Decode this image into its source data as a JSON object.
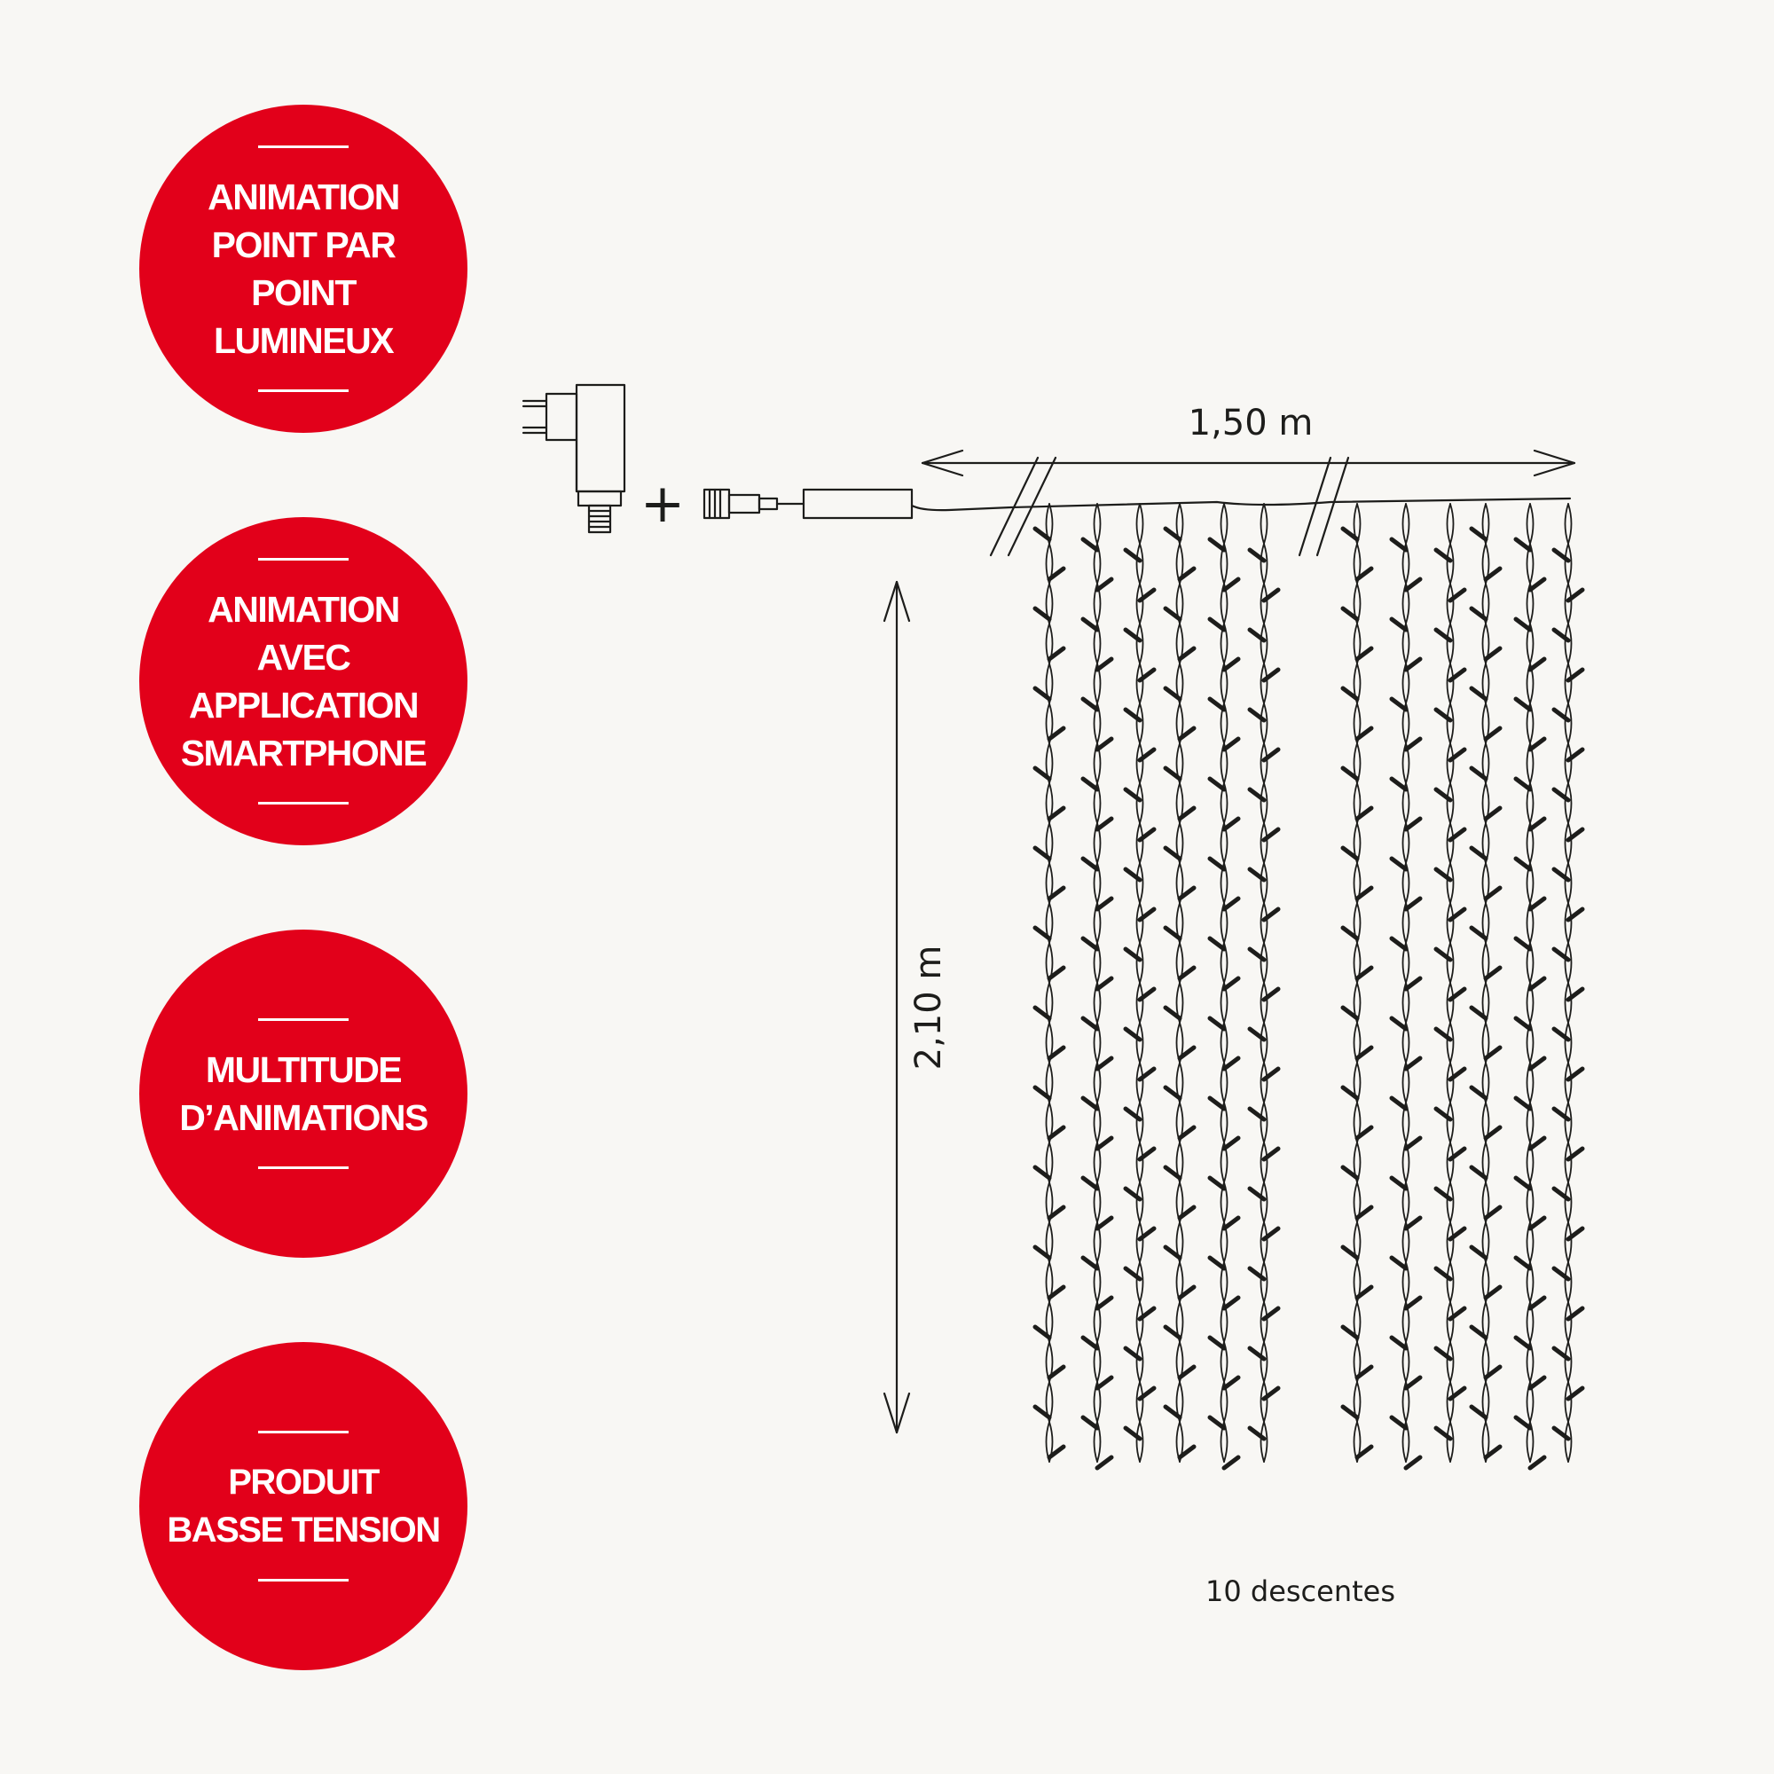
{
  "badges": [
    {
      "text": "ANIMATION\nPOINT PAR\nPOINT\nLUMINEUX"
    },
    {
      "text": "ANIMATION\nAVEC\nAPPLICATION\nSMARTPHONE"
    },
    {
      "text": "MULTITUDE\nD’ANIMATIONS"
    },
    {
      "text": "PRODUIT\nBASSE TENSION"
    }
  ],
  "diagram": {
    "width_label": "1,50 m",
    "height_label": "2,10 m",
    "drops_label": "10 descentes",
    "plus_sign": "+"
  },
  "colors": {
    "accent": "#e2001a",
    "background": "#f8f7f4",
    "line": "#1d1d1b"
  },
  "icons": [
    "power-plug-adapter-icon",
    "cable-connector-icon",
    "controller-box-icon"
  ]
}
